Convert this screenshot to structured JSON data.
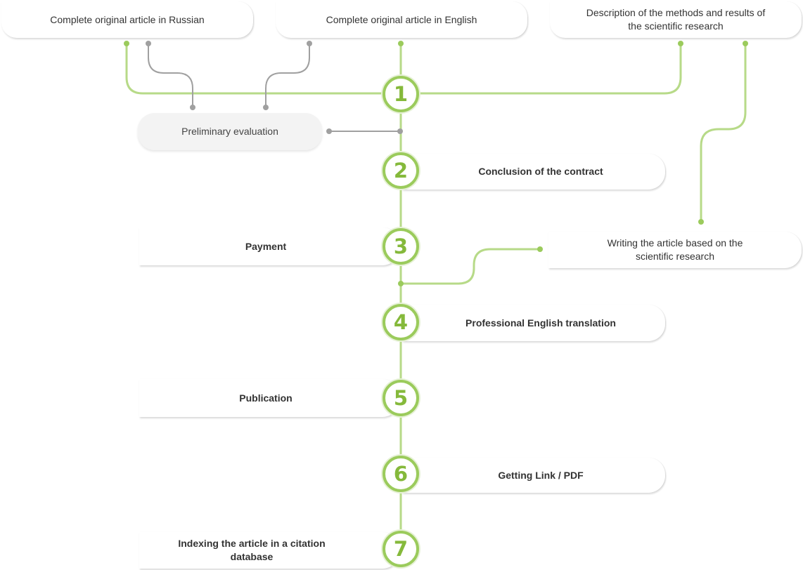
{
  "sources": [
    {
      "label": "Complete original article in Russian"
    },
    {
      "label": "Complete original article in English"
    },
    {
      "label": "Description of the methods and results of the scientific research"
    }
  ],
  "preliminary": {
    "label": "Preliminary evaluation"
  },
  "side": {
    "label": "Writing the article based on the scientific research"
  },
  "steps": [
    {
      "number": "1",
      "label": ""
    },
    {
      "number": "2",
      "label": "Conclusion of the contract"
    },
    {
      "number": "3",
      "label": "Payment"
    },
    {
      "number": "4",
      "label": "Professional English translation"
    },
    {
      "number": "5",
      "label": "Publication"
    },
    {
      "number": "6",
      "label": "Getting Link / PDF"
    },
    {
      "number": "7",
      "label": "Indexing the article in a citation database"
    }
  ],
  "colors": {
    "accent": "#9bcb5c",
    "accent_text": "#85b93b",
    "connector_grey": "#a0a0a0"
  }
}
